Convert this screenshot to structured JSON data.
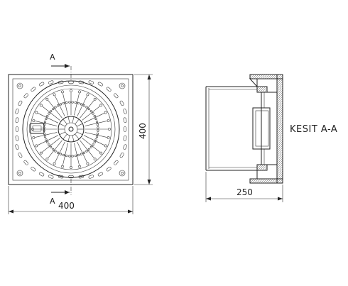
{
  "plan_view": {
    "width_dim": "400",
    "height_dim": "400",
    "section_marker_top": "A",
    "section_marker_bottom": "A"
  },
  "section_view": {
    "depth_dim": "250",
    "title": "KESIT A-A"
  },
  "colors": {
    "line": "#222222",
    "background": "#ffffff"
  }
}
